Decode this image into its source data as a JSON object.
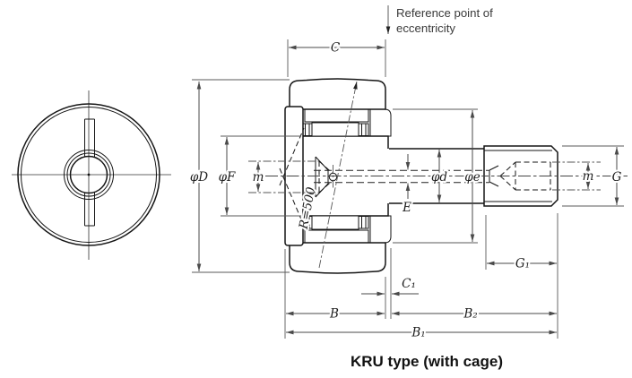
{
  "diagram": {
    "caption": "KRU type (with cage)",
    "annotation": {
      "line1": "Reference point of",
      "line2": "eccentricity"
    },
    "labels": {
      "phi_D": "φD",
      "phi_F": "φF",
      "m_left": "m",
      "C": "C",
      "C1": "C₁",
      "B": "B",
      "B2": "B₂",
      "B1": "B₁",
      "E": "E",
      "phi_d": "φd",
      "phi_e": "φe",
      "G": "G",
      "G1": "G₁",
      "m_right": "m",
      "R": "R=500"
    },
    "colors": {
      "line": "#151515",
      "dimension": "#4a4a4a",
      "stipple_base": "#e3e3e3",
      "stipple_dot": "#969696",
      "background": "#ffffff"
    }
  }
}
